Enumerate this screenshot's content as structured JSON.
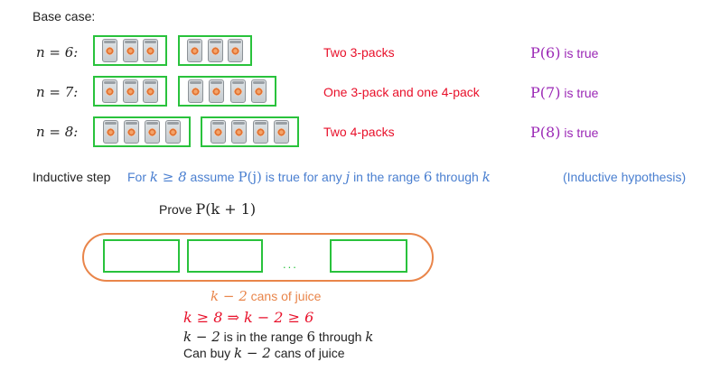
{
  "base_case_label": "Base case:",
  "rows": [
    {
      "n": "n = 6:",
      "packs": [
        3,
        3
      ],
      "description": "Two 3-packs",
      "p_math": "P(6)",
      "p_text": "is true"
    },
    {
      "n": "n = 7:",
      "packs": [
        3,
        4
      ],
      "description": "One 3-pack and one 4-pack",
      "p_math": "P(7)",
      "p_text": "is true"
    },
    {
      "n": "n = 8:",
      "packs": [
        4,
        4
      ],
      "description": "Two 4-packs",
      "p_math": "P(8)",
      "p_text": "is true"
    }
  ],
  "inductive": {
    "label": "Inductive step",
    "for": "For",
    "cond": "k ≥ 8",
    "assume": "assume",
    "pj": "P(j)",
    "true_range": "is true for any",
    "j": "j",
    "in_range": "in the range",
    "six": "6",
    "through": "through",
    "k": "k",
    "hypothesis": "(Inductive hypothesis)"
  },
  "prove": {
    "label": "Prove",
    "expr": "P(k + 1)"
  },
  "ellipsis": "...",
  "cans_expr": "k − 2",
  "cans_text": "cans of juice",
  "implication": "k ≥ 8 ⇒ k − 2 ≥ 6",
  "range_line": {
    "expr": "k − 2",
    "text1": "is in the range",
    "six": "6",
    "through": "through",
    "k": "k"
  },
  "buy_line": {
    "text1": "Can buy",
    "expr": "k − 2",
    "text2": "cans of juice"
  },
  "colors": {
    "pack_border": "#29c23c",
    "red": "#e8102a",
    "purple": "#9b28b6",
    "blue": "#4a7fd0",
    "orange": "#e9854a"
  }
}
